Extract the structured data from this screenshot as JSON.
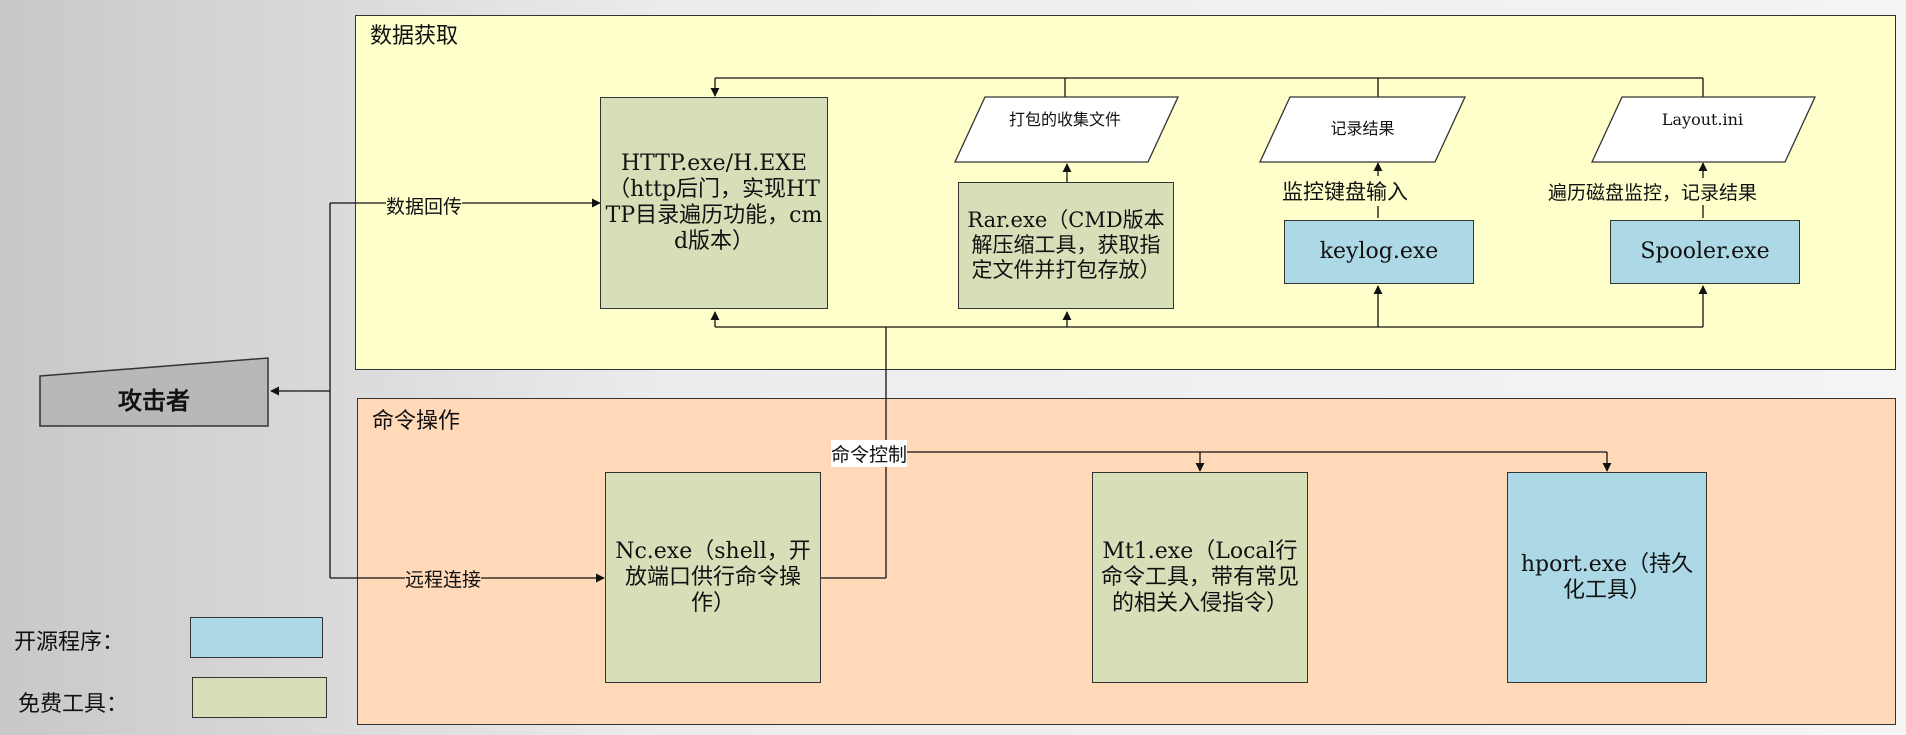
{
  "groups": {
    "data_title": "数据获取",
    "cmd_title": "命令操作"
  },
  "attacker": "攻击者",
  "boxes": {
    "http": "HTTP.exe/H.EXE（http后门，实现HTTP目录遍历功能，cmd版本）",
    "rar": "Rar.exe（CMD版本解压缩工具，获取指定文件并打包存放）",
    "keylog": "keylog.exe",
    "spooler": "Spooler.exe",
    "nc": "Nc.exe（shell，开放端口供行命令操作）",
    "mt1": "Mt1.exe（Local行命令工具，带有常见的相关入侵指令）",
    "hport": "hport.exe（持久化工具）"
  },
  "outputs": {
    "rar_out": "打包的收集文件",
    "keylog_out": "记录结果",
    "spooler_out": "Layout.ini"
  },
  "annotations": {
    "keylog_note": "监控键盘输入",
    "spooler_note": "遍历磁盘监控，记录结果"
  },
  "edges": {
    "return": "数据回传",
    "remote": "远程连接",
    "command": "命令控制"
  },
  "legend": {
    "open_source": "开源程序：",
    "free_tool": "免费工具：",
    "open_source_color": "#add8e6",
    "free_tool_color": "#d6dfb8"
  }
}
